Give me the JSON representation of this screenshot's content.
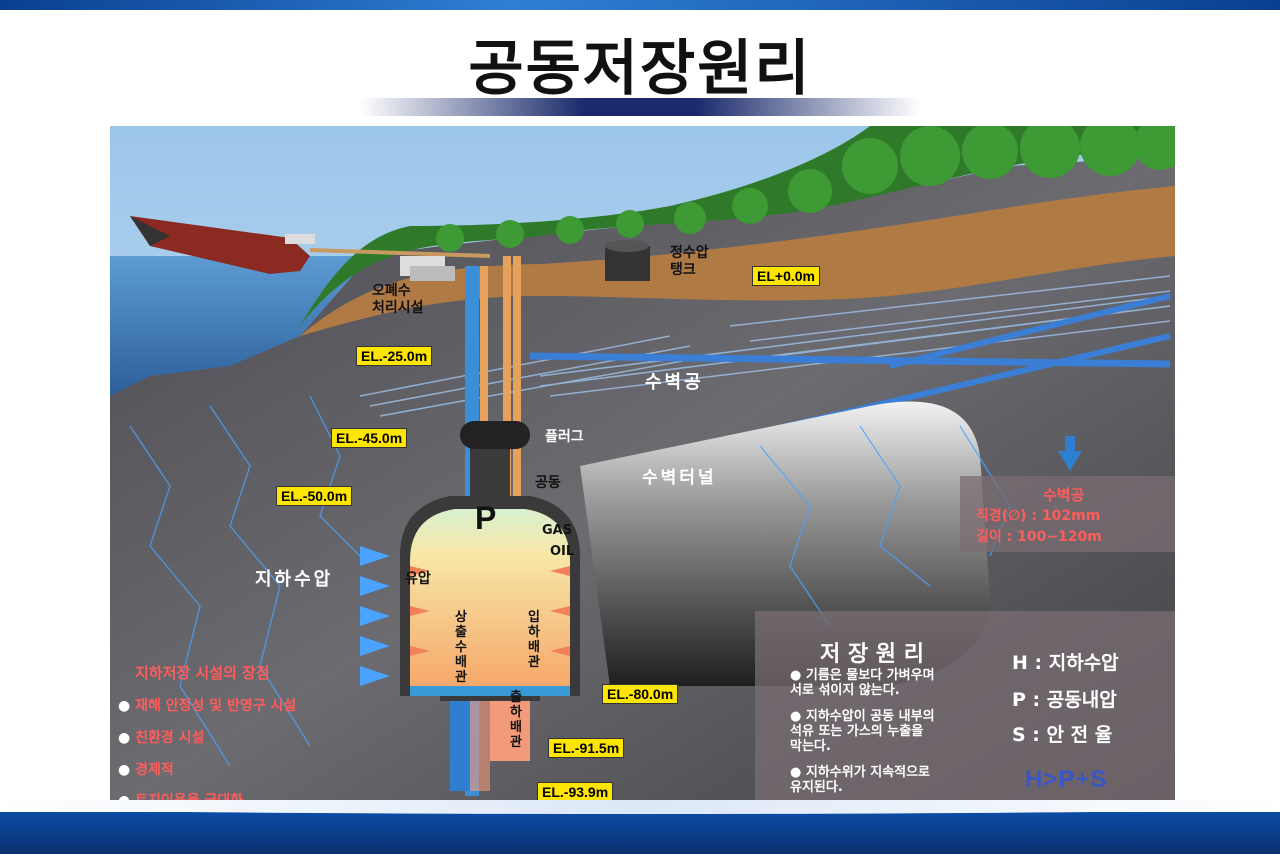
{
  "title": "공동저장원리",
  "labels": {
    "treatment": "오폐수\n처리시설",
    "tank": "정수압\n탱크",
    "waterwall_hole": "수벽공",
    "plug": "플러그",
    "cavern": "공동",
    "waterwall_tunnel": "수벽터널",
    "groundwater_pressure": "지하수압",
    "oil_pressure": "유압",
    "gas": "GAS",
    "oil": "OIL",
    "p_mark": "P",
    "riser_pipe": "상\n출\n수\n배\n관",
    "inlet_pipe": "입\n하\n배\n관",
    "outlet_pipe": "출\n하\n배\n관"
  },
  "elevations": {
    "el0": "EL+0.0m",
    "el25": "EL.-25.0m",
    "el45": "EL.-45.0m",
    "el50": "EL.-50.0m",
    "el80": "EL.-80.0m",
    "el915": "EL.-91.5m",
    "el939": "EL.-93.9m"
  },
  "spec_box": {
    "title": "수벽공",
    "diameter": "직경(∅) : 102mm",
    "length": "길이 : 100~120m"
  },
  "advantages": {
    "title": "지하저장 시설의 장점",
    "items": [
      "재해 안정성 및 반영구 시설",
      "친환경 시설",
      "경제적",
      "토지이용율 극대화"
    ]
  },
  "principle": {
    "title": "저 장 원 리",
    "items": [
      "기름은 물보다 가벼우며\n서로 섞이지 않는다.",
      "지하수압이 공동 내부의\n석유 또는 가스의 누출을\n막는다.",
      "지하수위가 지속적으로\n유지된다."
    ],
    "h": "H : 지하수압",
    "p": "P : 공동내압",
    "s": "S : 안 전 율",
    "formula": "H>P+S"
  },
  "colors": {
    "sky": "#6fa9d9",
    "sea": "#3a7fc1",
    "rock": "#5a5a60",
    "forest": "#2f7a2a",
    "cavern_oil": "#f6c27a",
    "water_blue": "#2e7fd0",
    "elevation_tag": "#ffe600"
  }
}
